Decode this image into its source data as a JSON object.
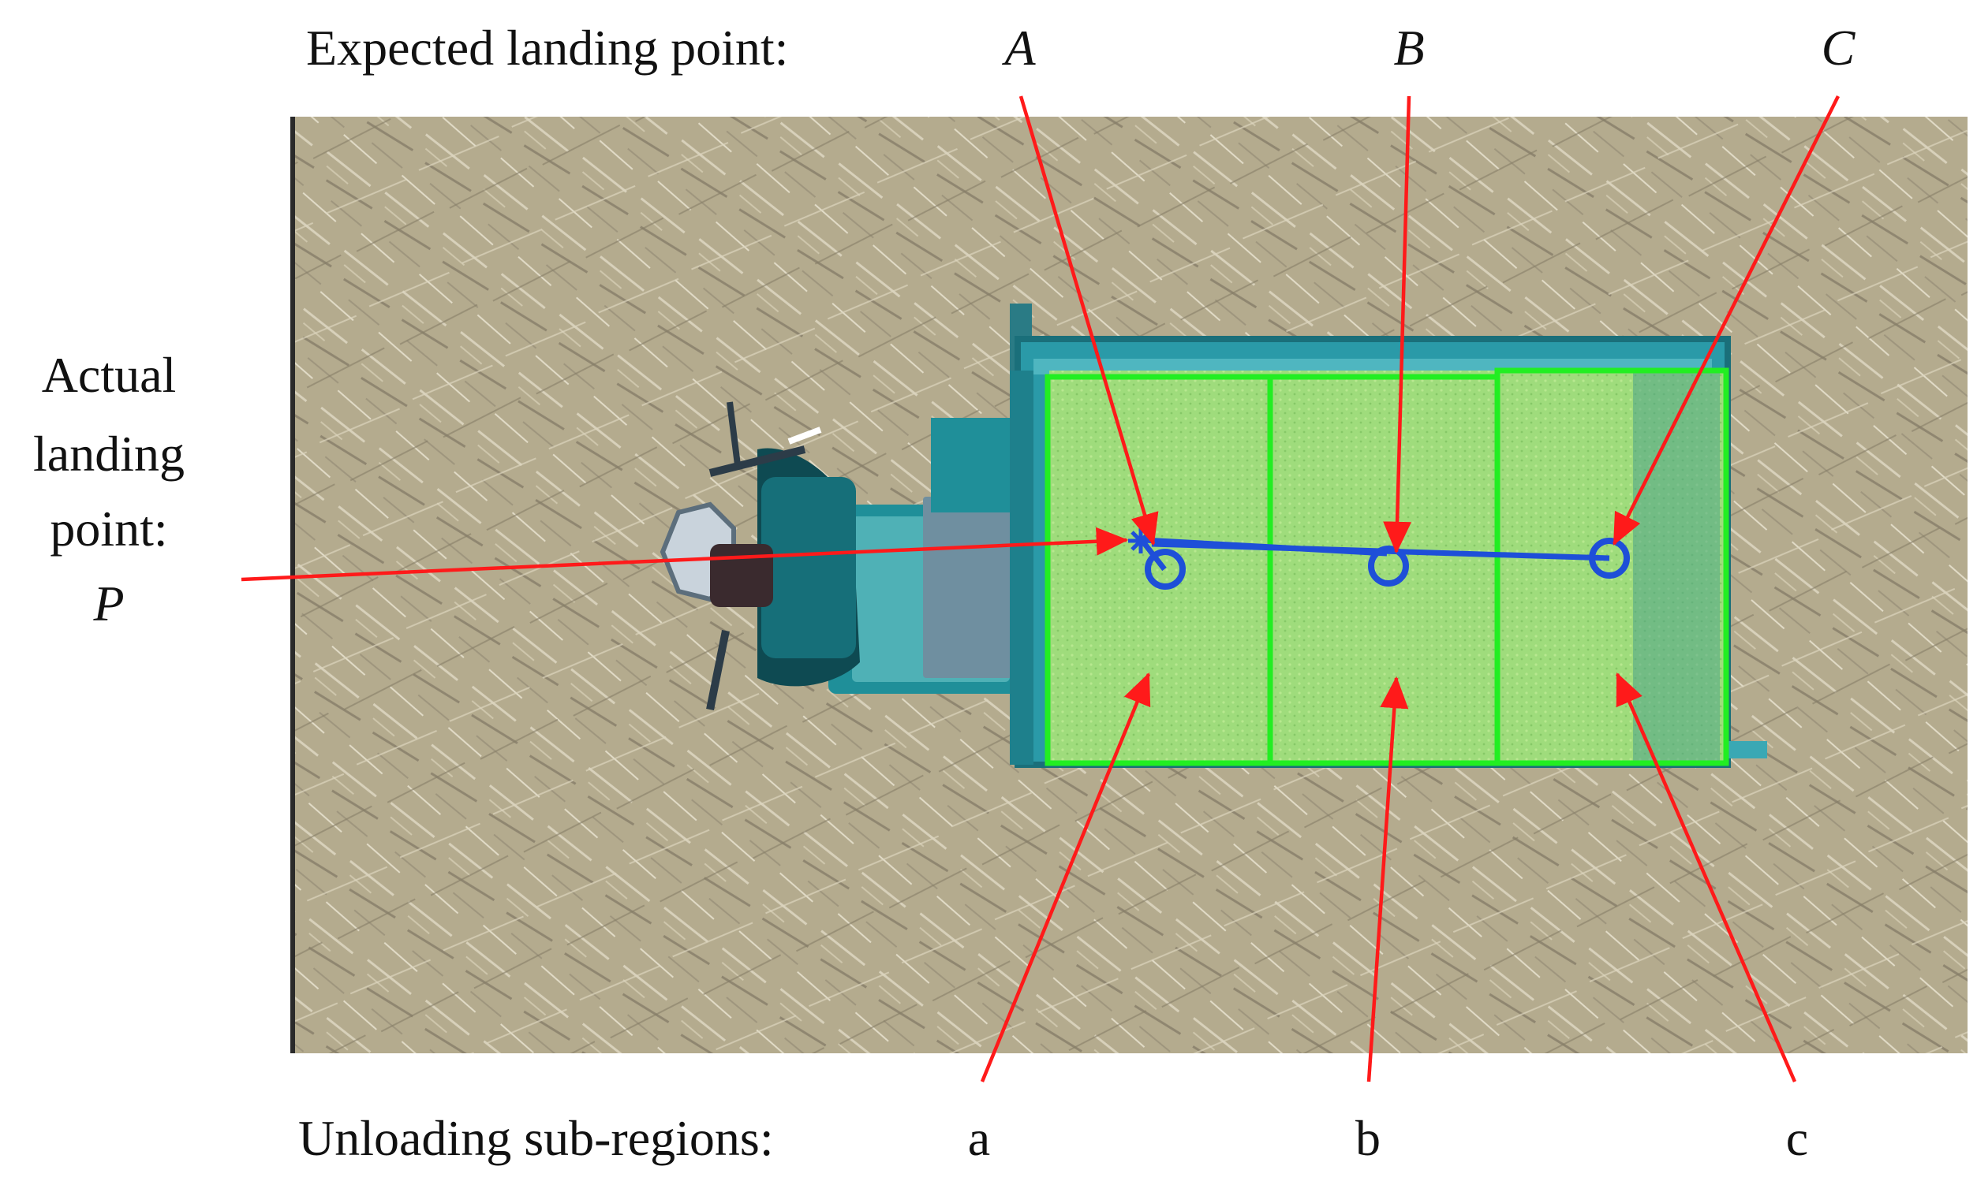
{
  "labels": {
    "expected_prefix": "Expected landing point:",
    "point_A": "A",
    "point_B": "B",
    "point_C": "C",
    "actual_line1": "Actual",
    "actual_line2": "landing",
    "actual_line3": "point:",
    "actual_point": "P",
    "unloading_prefix": "Unloading sub-regions:",
    "region_a": "a",
    "region_b": "b",
    "region_c": "c"
  },
  "colors": {
    "arrow": "#ff1a1a",
    "region_outline": "#22ee22",
    "trajectory": "#1e4fd8",
    "grain_fill": "#9fdc7c",
    "trailer": "#2a9aa8",
    "field": "#b4ab8e"
  },
  "icons": {
    "actual_marker": "asterisk-icon",
    "expected_marker": "circle-target-icon"
  }
}
